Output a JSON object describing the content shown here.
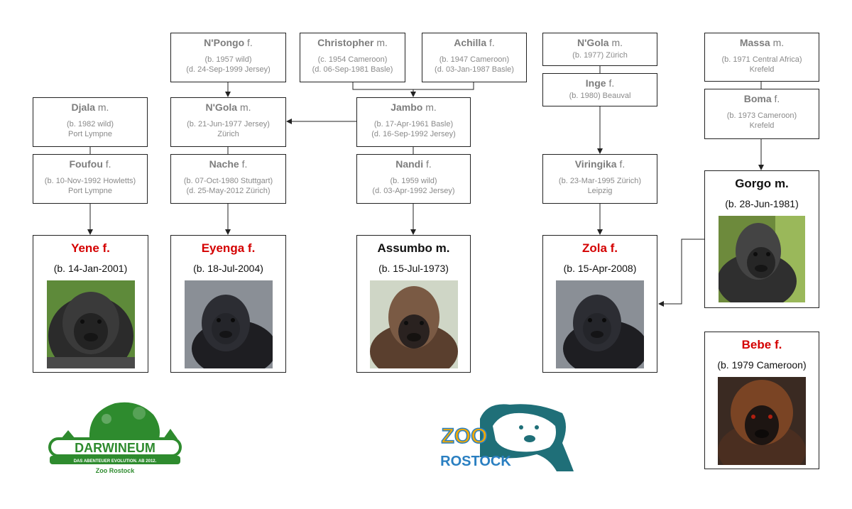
{
  "tree": {
    "npongo": {
      "name": "N'Pongo",
      "sex": "f.",
      "lines": [
        "(b. 1957 wild)",
        "(d. 24-Sep-1999 Jersey)"
      ]
    },
    "christopher": {
      "name": "Christopher",
      "sex": "m.",
      "lines": [
        "(c. 1954 Cameroon)",
        "(d. 06-Sep-1981 Basle)"
      ]
    },
    "achilla": {
      "name": "Achilla",
      "sex": "f.",
      "lines": [
        "(b. 1947 Cameroon)",
        "(d. 03-Jan-1987 Basle)"
      ]
    },
    "ngola_top": {
      "name": "N'Gola",
      "sex": "m.",
      "lines": [
        "(b. 1977)  Zürich"
      ]
    },
    "massa": {
      "name": "Massa",
      "sex": "m.",
      "lines": [
        "(b. 1971 Central Africa)",
        "Krefeld"
      ]
    },
    "djala": {
      "name": "Djala",
      "sex": "m.",
      "lines": [
        "(b. 1982 wild)",
        "Port Lympne"
      ]
    },
    "ngola_mid": {
      "name": "N'Gola",
      "sex": "m.",
      "lines": [
        "(b. 21-Jun-1977 Jersey)",
        "Zürich"
      ]
    },
    "jambo": {
      "name": "Jambo",
      "sex": "m.",
      "lines": [
        "(b. 17-Apr-1961 Basle)",
        "(d. 16-Sep-1992 Jersey)"
      ]
    },
    "inge": {
      "name": "Inge",
      "sex": "f.",
      "lines": [
        "(b. 1980)  Beauval"
      ]
    },
    "boma": {
      "name": "Boma",
      "sex": "f.",
      "lines": [
        "(b. 1973 Cameroon)",
        "Krefeld"
      ]
    },
    "foufou": {
      "name": "Foufou",
      "sex": "f.",
      "lines": [
        "(b. 10-Nov-1992 Howletts)",
        "Port Lympne"
      ]
    },
    "nache": {
      "name": "Nache",
      "sex": "f.",
      "lines": [
        "(b. 07-Oct-1980 Stuttgart)",
        "(d. 25-May-2012 Zürich)"
      ]
    },
    "nandi": {
      "name": "Nandi",
      "sex": "f.",
      "lines": [
        "(b. 1959 wild)",
        "(d. 03-Apr-1992 Jersey)"
      ]
    },
    "viringika": {
      "name": "Viringika",
      "sex": "f.",
      "lines": [
        "(b. 23-Mar-1995 Zürich)",
        "Leipzig"
      ]
    },
    "yene": {
      "name": "Yene",
      "sex": "f.",
      "born": "(b. 14-Jan-2001)",
      "color": "#d40000"
    },
    "eyenga": {
      "name": "Eyenga",
      "sex": "f.",
      "born": "(b. 18-Jul-2004)",
      "color": "#d40000"
    },
    "assumbo": {
      "name": "Assumbo",
      "sex": "m.",
      "born": "(b. 15-Jul-1973)",
      "color": "#111111"
    },
    "zola": {
      "name": "Zola",
      "sex": "f.",
      "born": "(b. 15-Apr-2008)",
      "color": "#d40000"
    },
    "gorgo": {
      "name": "Gorgo",
      "sex": "m.",
      "born": "(b. 28-Jun-1981)",
      "color": "#111111"
    },
    "bebe": {
      "name": "Bebe",
      "sex": "f.",
      "born": "(b. 1979 Cameroon)",
      "color": "#d40000"
    }
  },
  "logos": {
    "darwineum": {
      "name": "DARWINEUM",
      "tagline": "DAS ABENTEUER EVOLUTION. AB 2012.",
      "sub": "Zoo Rostock"
    },
    "zoo": {
      "line1": "ZOO",
      "line2": "ROSTOCK"
    }
  },
  "colors": {
    "highlight": "#d40000",
    "muted": "#7d7d7d",
    "darwineum_green": "#2e8b2e",
    "zoo_teal": "#1f6f78",
    "zoo_blue": "#2a7fc1"
  }
}
